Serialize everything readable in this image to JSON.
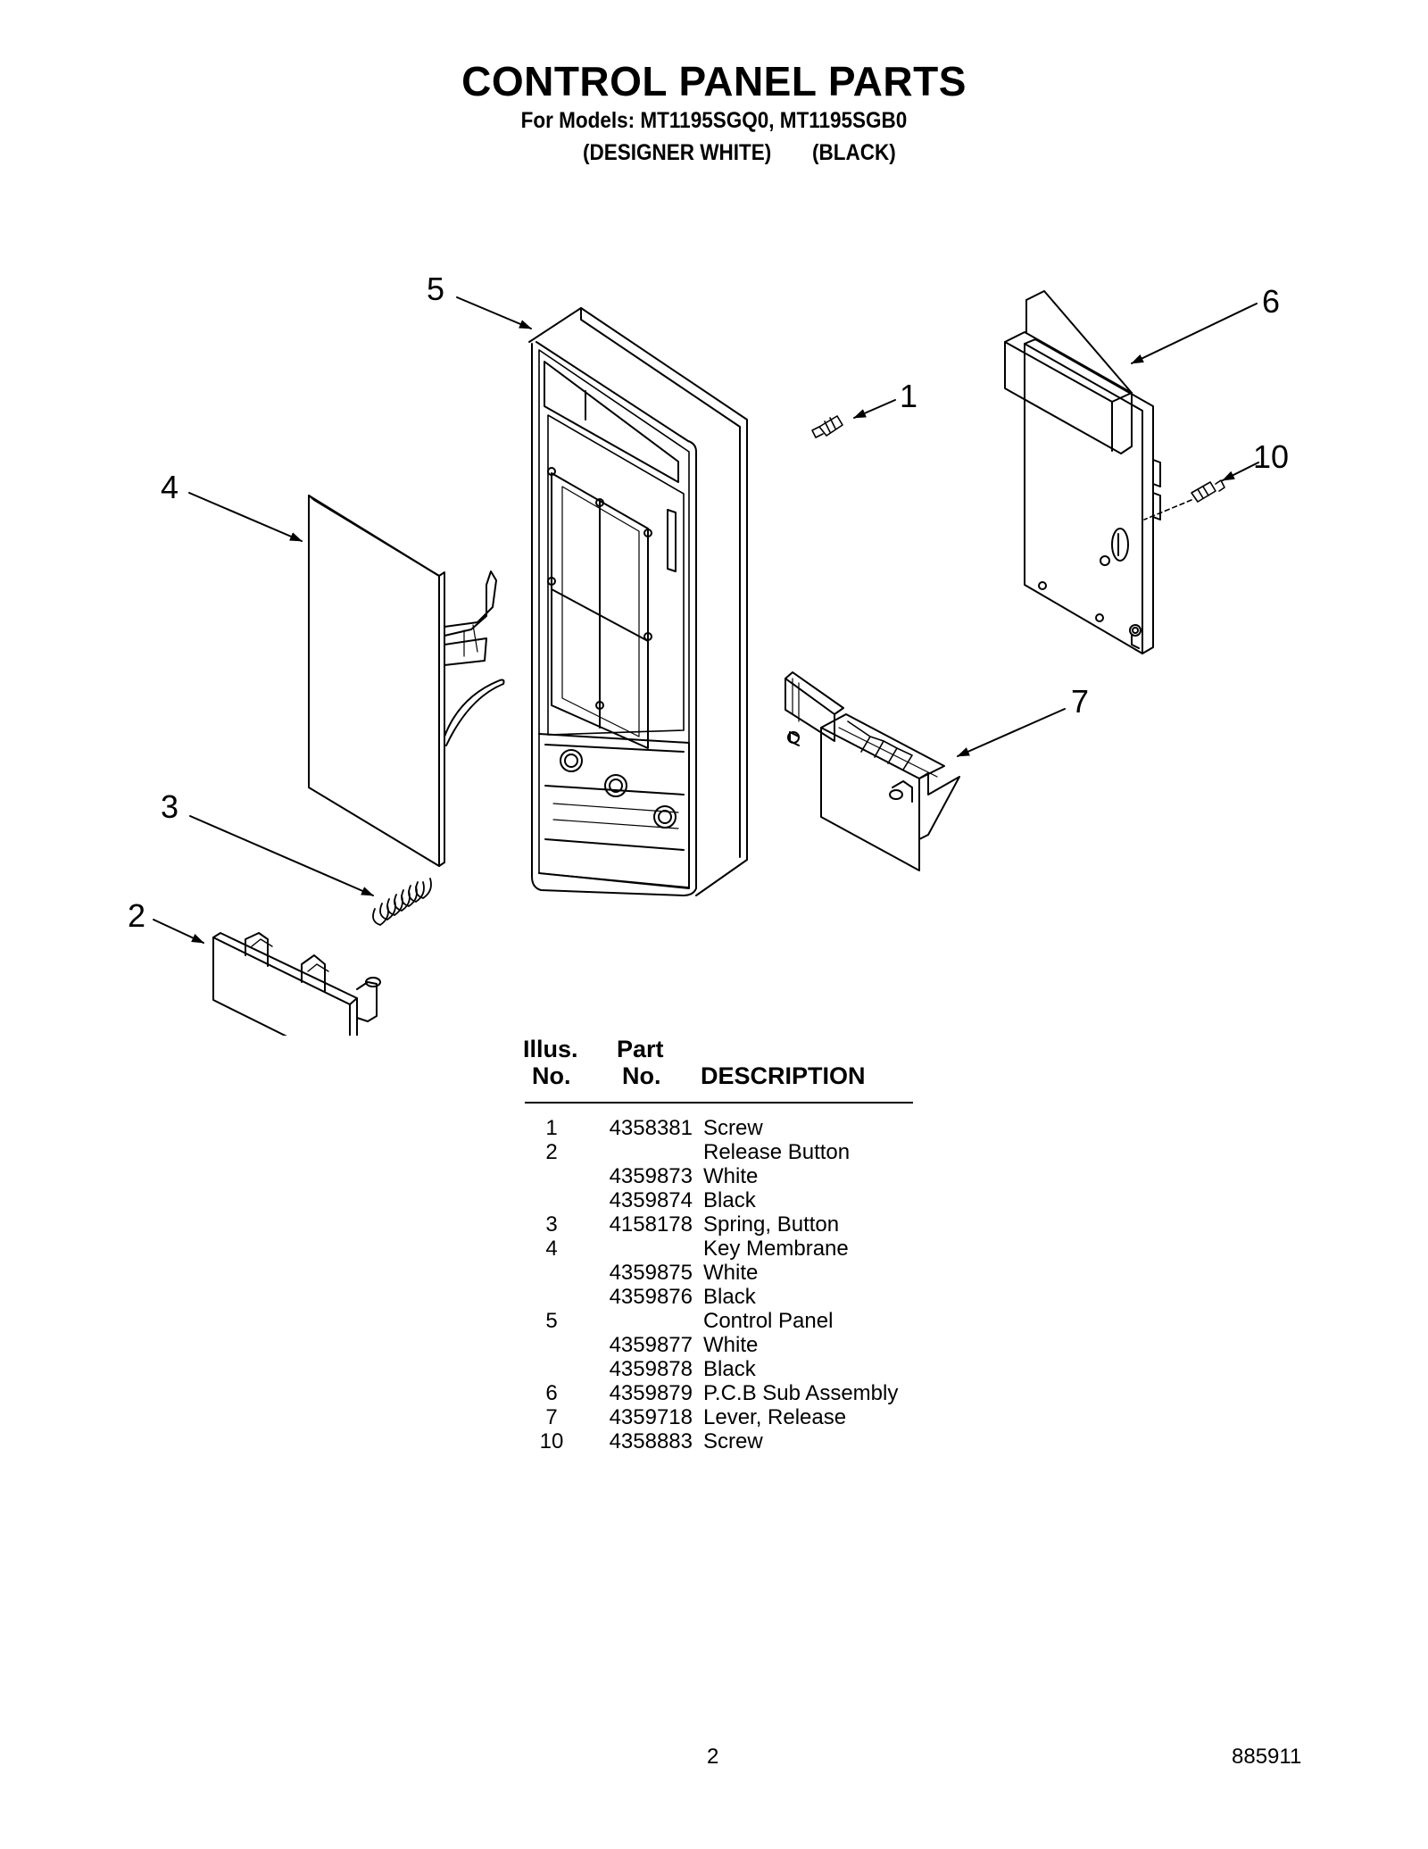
{
  "header": {
    "title": "CONTROL PANEL PARTS",
    "models": "For Models: MT1195SGQ0, MT1195SGB0",
    "finish_1": "(DESIGNER WHITE)",
    "finish_2": "(BLACK)"
  },
  "callouts": [
    "5",
    "6",
    "1",
    "10",
    "4",
    "7",
    "3",
    "2"
  ],
  "table": {
    "col_illus_line1": "Illus.",
    "col_illus_line2": "No.",
    "col_part_line1": "Part",
    "col_part_line2": "No.",
    "col_desc": "DESCRIPTION",
    "rows": [
      {
        "illus": "1",
        "part": "4358381",
        "desc": "Screw"
      },
      {
        "illus": "2",
        "part": "",
        "desc": "Release Button"
      },
      {
        "illus": "",
        "part": "4359873",
        "desc": "White"
      },
      {
        "illus": "",
        "part": "4359874",
        "desc": "Black"
      },
      {
        "illus": "3",
        "part": "4158178",
        "desc": "Spring, Button"
      },
      {
        "illus": "4",
        "part": "",
        "desc": "Key Membrane"
      },
      {
        "illus": "",
        "part": "4359875",
        "desc": "White"
      },
      {
        "illus": "",
        "part": "4359876",
        "desc": "Black"
      },
      {
        "illus": "5",
        "part": "",
        "desc": "Control Panel"
      },
      {
        "illus": "",
        "part": "4359877",
        "desc": "White"
      },
      {
        "illus": "",
        "part": "4359878",
        "desc": "Black"
      },
      {
        "illus": "6",
        "part": "4359879",
        "desc": "P.C.B Sub Assembly"
      },
      {
        "illus": "7",
        "part": "4359718",
        "desc": "Lever, Release"
      },
      {
        "illus": "10",
        "part": "4358883",
        "desc": "Screw"
      }
    ]
  },
  "footer": {
    "page_number": "2",
    "doc_number": "885911"
  }
}
